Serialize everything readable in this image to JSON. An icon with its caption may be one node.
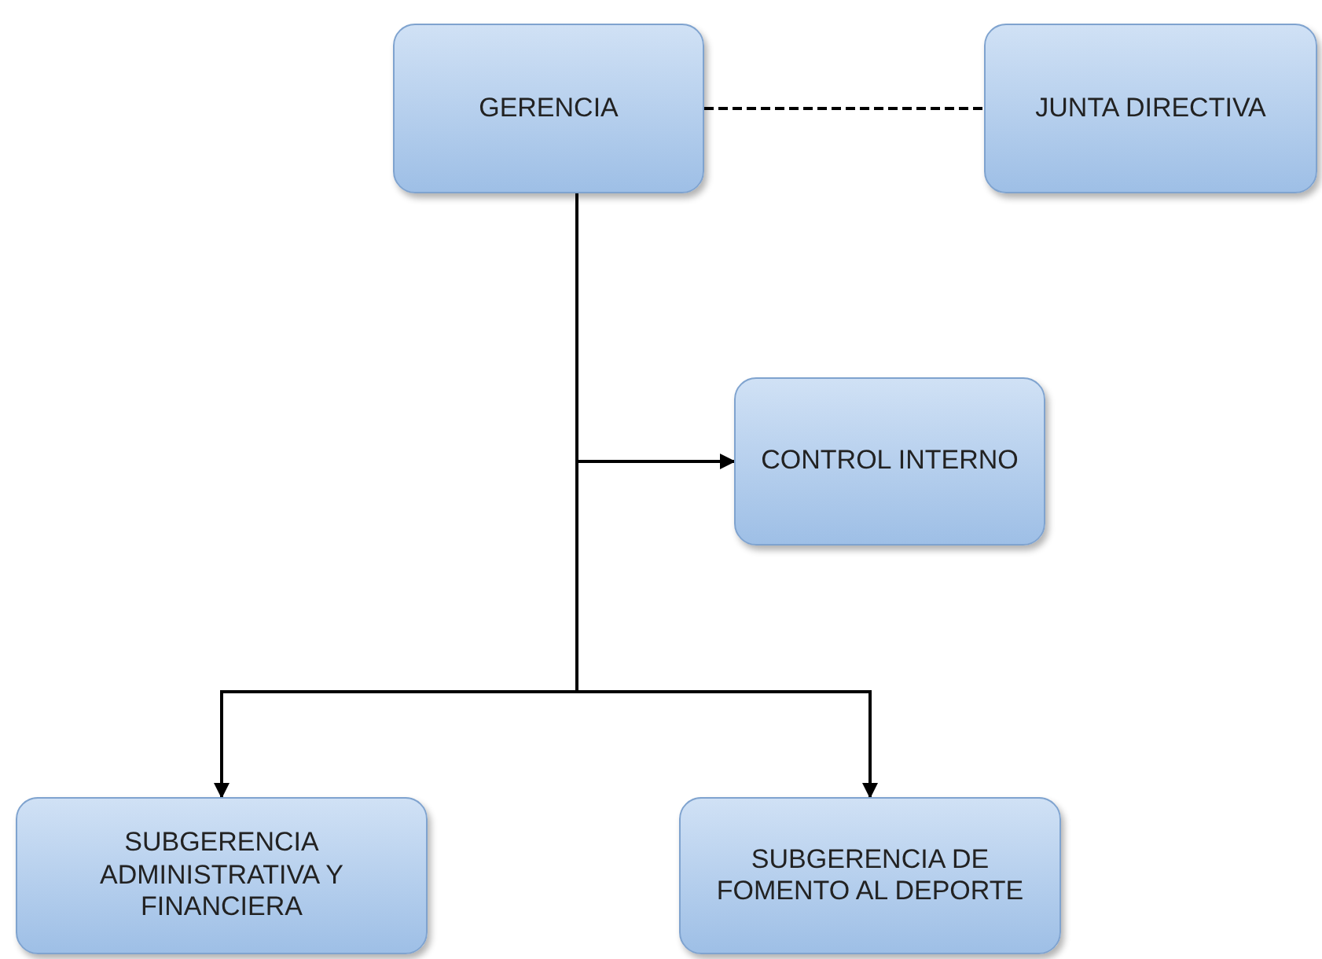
{
  "diagram": {
    "nodes": [
      {
        "text": [
          "GERENCIA"
        ]
      },
      {
        "text": [
          "JUNTA DIRECTIVA"
        ]
      },
      {
        "text": [
          "CONTROL INTERNO"
        ]
      },
      {
        "text": [
          "SUBGERENCIA ADMINISTRATIVA Y FINANCIERA"
        ]
      },
      {
        "text": [
          "SUBGERENCIA DE FOMENTO AL DEPORTE"
        ]
      }
    ],
    "edges": [
      {
        "from": 0,
        "to": 1,
        "arrow": "none",
        "style": "dashed"
      },
      {
        "from": 0,
        "to": 2,
        "arrow": "to"
      },
      {
        "from": 0,
        "to": 3,
        "arrow": "to"
      },
      {
        "from": 0,
        "to": 4,
        "arrow": "to"
      }
    ]
  }
}
